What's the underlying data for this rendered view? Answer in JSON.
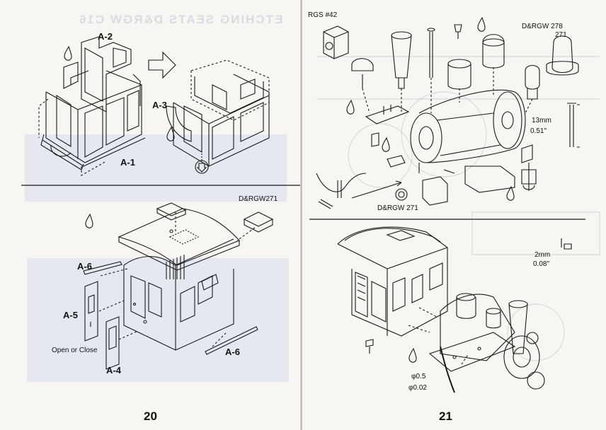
{
  "left": {
    "ghost_title": "ETCHING SEATS D&RGW C16",
    "label_a2": "A-2",
    "label_a3": "A-3",
    "label_a1": "A-1",
    "top_right_label": "D&RGW271",
    "label_a6_top": "A-6",
    "label_a5": "A-5",
    "open_close": "Open or Close",
    "label_a4": "A-4",
    "label_a6_bottom": "A-6",
    "page_number": "20"
  },
  "right": {
    "rgs_label": "RGS #42",
    "drgw_278_label": "D&RGW  278",
    "drgw_271_label": "271",
    "dim_13mm": "13mm",
    "dim_051": "0.51\"",
    "drgw_271_bottom": "D&RGW 271",
    "dim_2mm": "2mm",
    "dim_008": "0.08\"",
    "dia_05": "φ0.5",
    "dia_002": "φ0.02",
    "page_number": "21"
  }
}
